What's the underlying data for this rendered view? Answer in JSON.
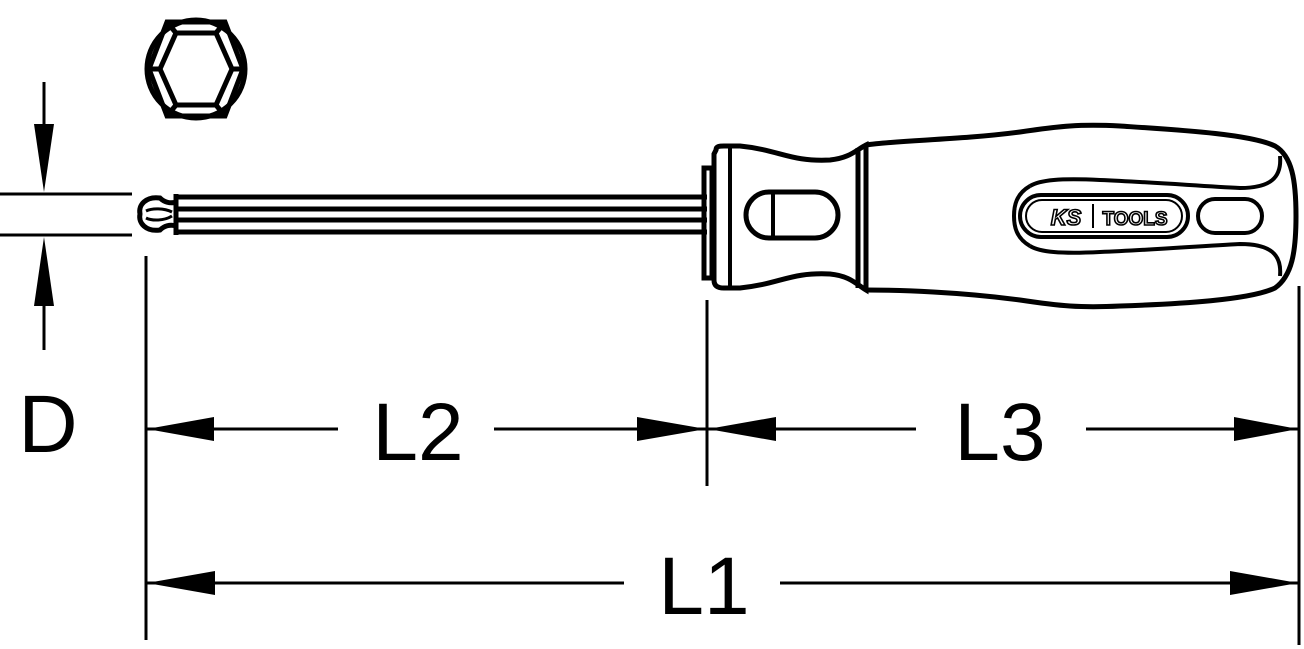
{
  "drawing": {
    "title": "Ball-end hex screwdriver dimension drawing",
    "stroke_color": "#000000",
    "background": "#ffffff"
  },
  "brand_logo": {
    "left": "KS",
    "right": "TOOLS"
  },
  "dimensions": {
    "diameter": {
      "label": "D"
    },
    "blade_length": {
      "label": "L2"
    },
    "handle_length": {
      "label": "L3"
    },
    "overall_length": {
      "label": "L1"
    }
  },
  "icons": {
    "tip_profile": "hexagon-socket-icon"
  }
}
